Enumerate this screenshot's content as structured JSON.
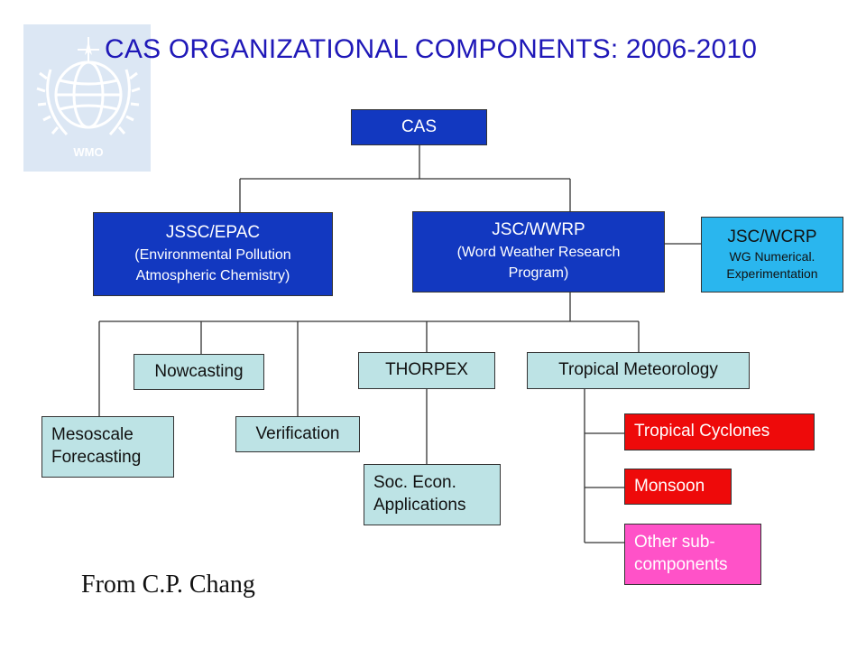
{
  "title": "CAS ORGANIZATIONAL COMPONENTS: 2006-2010",
  "logo": {
    "icon": "wmo-emblem-icon",
    "text": "WMO",
    "color": "#dce7f4"
  },
  "nodes": {
    "cas": {
      "label": "CAS"
    },
    "jssc": {
      "label": "JSSC/EPAC",
      "sub1": "(Environmental Pollution",
      "sub2": "Atmospheric Chemistry)"
    },
    "wwrp": {
      "label": "JSC/WWRP",
      "sub1": "(Word Weather Research",
      "sub2": "Program)"
    },
    "wcrp": {
      "label": "JSC/WCRP",
      "sub1": "WG Numerical.",
      "sub2": "Experimentation"
    },
    "nowcasting": {
      "label": "Nowcasting"
    },
    "thorpex": {
      "label": "THORPEX"
    },
    "tropical_met": {
      "label": "Tropical Meteorology"
    },
    "mesoscale": {
      "line1": "Mesoscale",
      "line2": "Forecasting"
    },
    "verification": {
      "label": "Verification"
    },
    "soc_econ": {
      "line1": "Soc. Econ.",
      "line2": "Applications"
    },
    "tropical_cyclones": {
      "label": "Tropical Cyclones"
    },
    "monsoon": {
      "label": "Monsoon"
    },
    "other": {
      "line1": "Other sub-",
      "line2": "components"
    }
  },
  "credit": "From C.P. Chang",
  "colors": {
    "title": "#1f18b8",
    "dark_box": "#1238c0",
    "light_box": "#bde3e5",
    "cyan_box": "#2ab6ee",
    "red_box": "#ee0a0a",
    "pink_box": "#ff52c8"
  }
}
